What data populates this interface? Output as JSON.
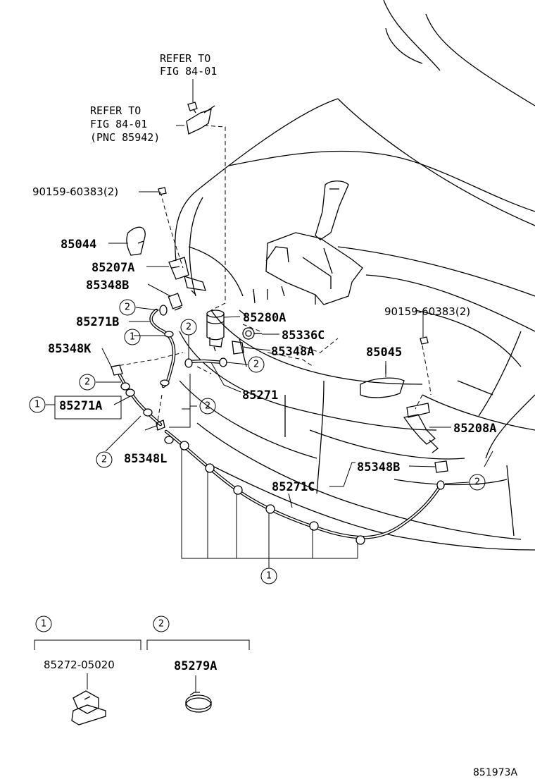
{
  "refs": {
    "top_line1": "REFER TO",
    "top_line2": "FIG 84-01",
    "mid_line1": "REFER TO",
    "mid_line2": "FIG 84-01",
    "mid_line3": "(PNC 85942)"
  },
  "parts": {
    "p90159_left": "90159-60383(2)",
    "p85044": "85044",
    "p85207A": "85207A",
    "p85348B_top": "85348B",
    "p85271B": "85271B",
    "p85348K": "85348K",
    "p85271A": "85271A",
    "p85348L": "85348L",
    "p85280A": "85280A",
    "p85336C": "85336C",
    "p85348A": "85348A",
    "p85271": "85271",
    "p90159_right": "90159-60383(2)",
    "p85045": "85045",
    "p85208A": "85208A",
    "p85348B_right": "85348B",
    "p85271C": "85271C"
  },
  "callouts": {
    "one": "1",
    "two": "2"
  },
  "legend": {
    "item1_num": "1",
    "item1_part": "85272-05020",
    "item2_num": "2",
    "item2_part": "85279A"
  },
  "figure_id": "851973A"
}
